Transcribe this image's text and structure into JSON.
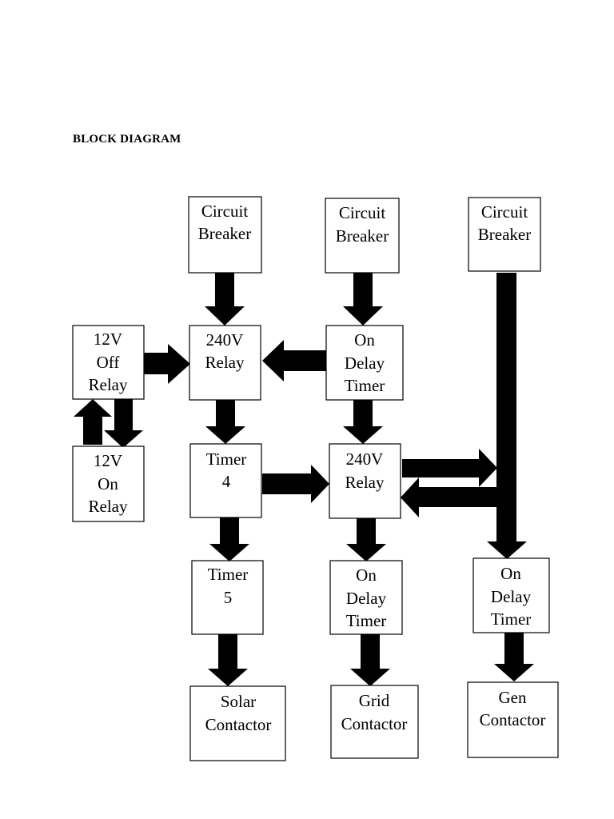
{
  "page": {
    "heading": "BLOCK DIAGRAM"
  },
  "blocks": {
    "cb1": {
      "lines": [
        "Circuit",
        "Breaker"
      ]
    },
    "cb2": {
      "lines": [
        "Circuit",
        "Breaker"
      ]
    },
    "cb3": {
      "lines": [
        "Circuit",
        "Breaker"
      ]
    },
    "off12": {
      "lines": [
        "12V",
        "Off",
        "Relay"
      ]
    },
    "r240a": {
      "lines": [
        "240V",
        "Relay"
      ]
    },
    "odt1": {
      "lines": [
        "On",
        "Delay",
        "Timer"
      ]
    },
    "on12": {
      "lines": [
        "12V",
        "On",
        "Relay"
      ]
    },
    "t4": {
      "lines": [
        "Timer",
        "4"
      ]
    },
    "r240b": {
      "lines": [
        "240V",
        "Relay"
      ]
    },
    "t5": {
      "lines": [
        "Timer",
        "5"
      ]
    },
    "odt2": {
      "lines": [
        "On",
        "Delay",
        "Timer"
      ]
    },
    "odt3": {
      "lines": [
        "On",
        "Delay",
        "Timer"
      ]
    },
    "solar": {
      "lines": [
        "Solar",
        "Contactor"
      ]
    },
    "grid": {
      "lines": [
        "Grid",
        "Contactor"
      ]
    },
    "gen": {
      "lines": [
        "Gen",
        "Contactor"
      ]
    }
  },
  "connections": [
    [
      "cb1",
      "r240a"
    ],
    [
      "cb2",
      "odt1"
    ],
    [
      "cb3",
      "odt3"
    ],
    [
      "off12",
      "r240a"
    ],
    [
      "odt1",
      "r240a"
    ],
    [
      "off12",
      "on12"
    ],
    [
      "on12",
      "off12"
    ],
    [
      "r240a",
      "t4"
    ],
    [
      "odt1",
      "r240b"
    ],
    [
      "t4",
      "r240b"
    ],
    [
      "r240b",
      "cb3-line"
    ],
    [
      "cb3-line",
      "r240b"
    ],
    [
      "t4",
      "t5"
    ],
    [
      "r240b",
      "odt2"
    ],
    [
      "t5",
      "solar"
    ],
    [
      "odt2",
      "grid"
    ],
    [
      "odt3",
      "gen"
    ]
  ]
}
